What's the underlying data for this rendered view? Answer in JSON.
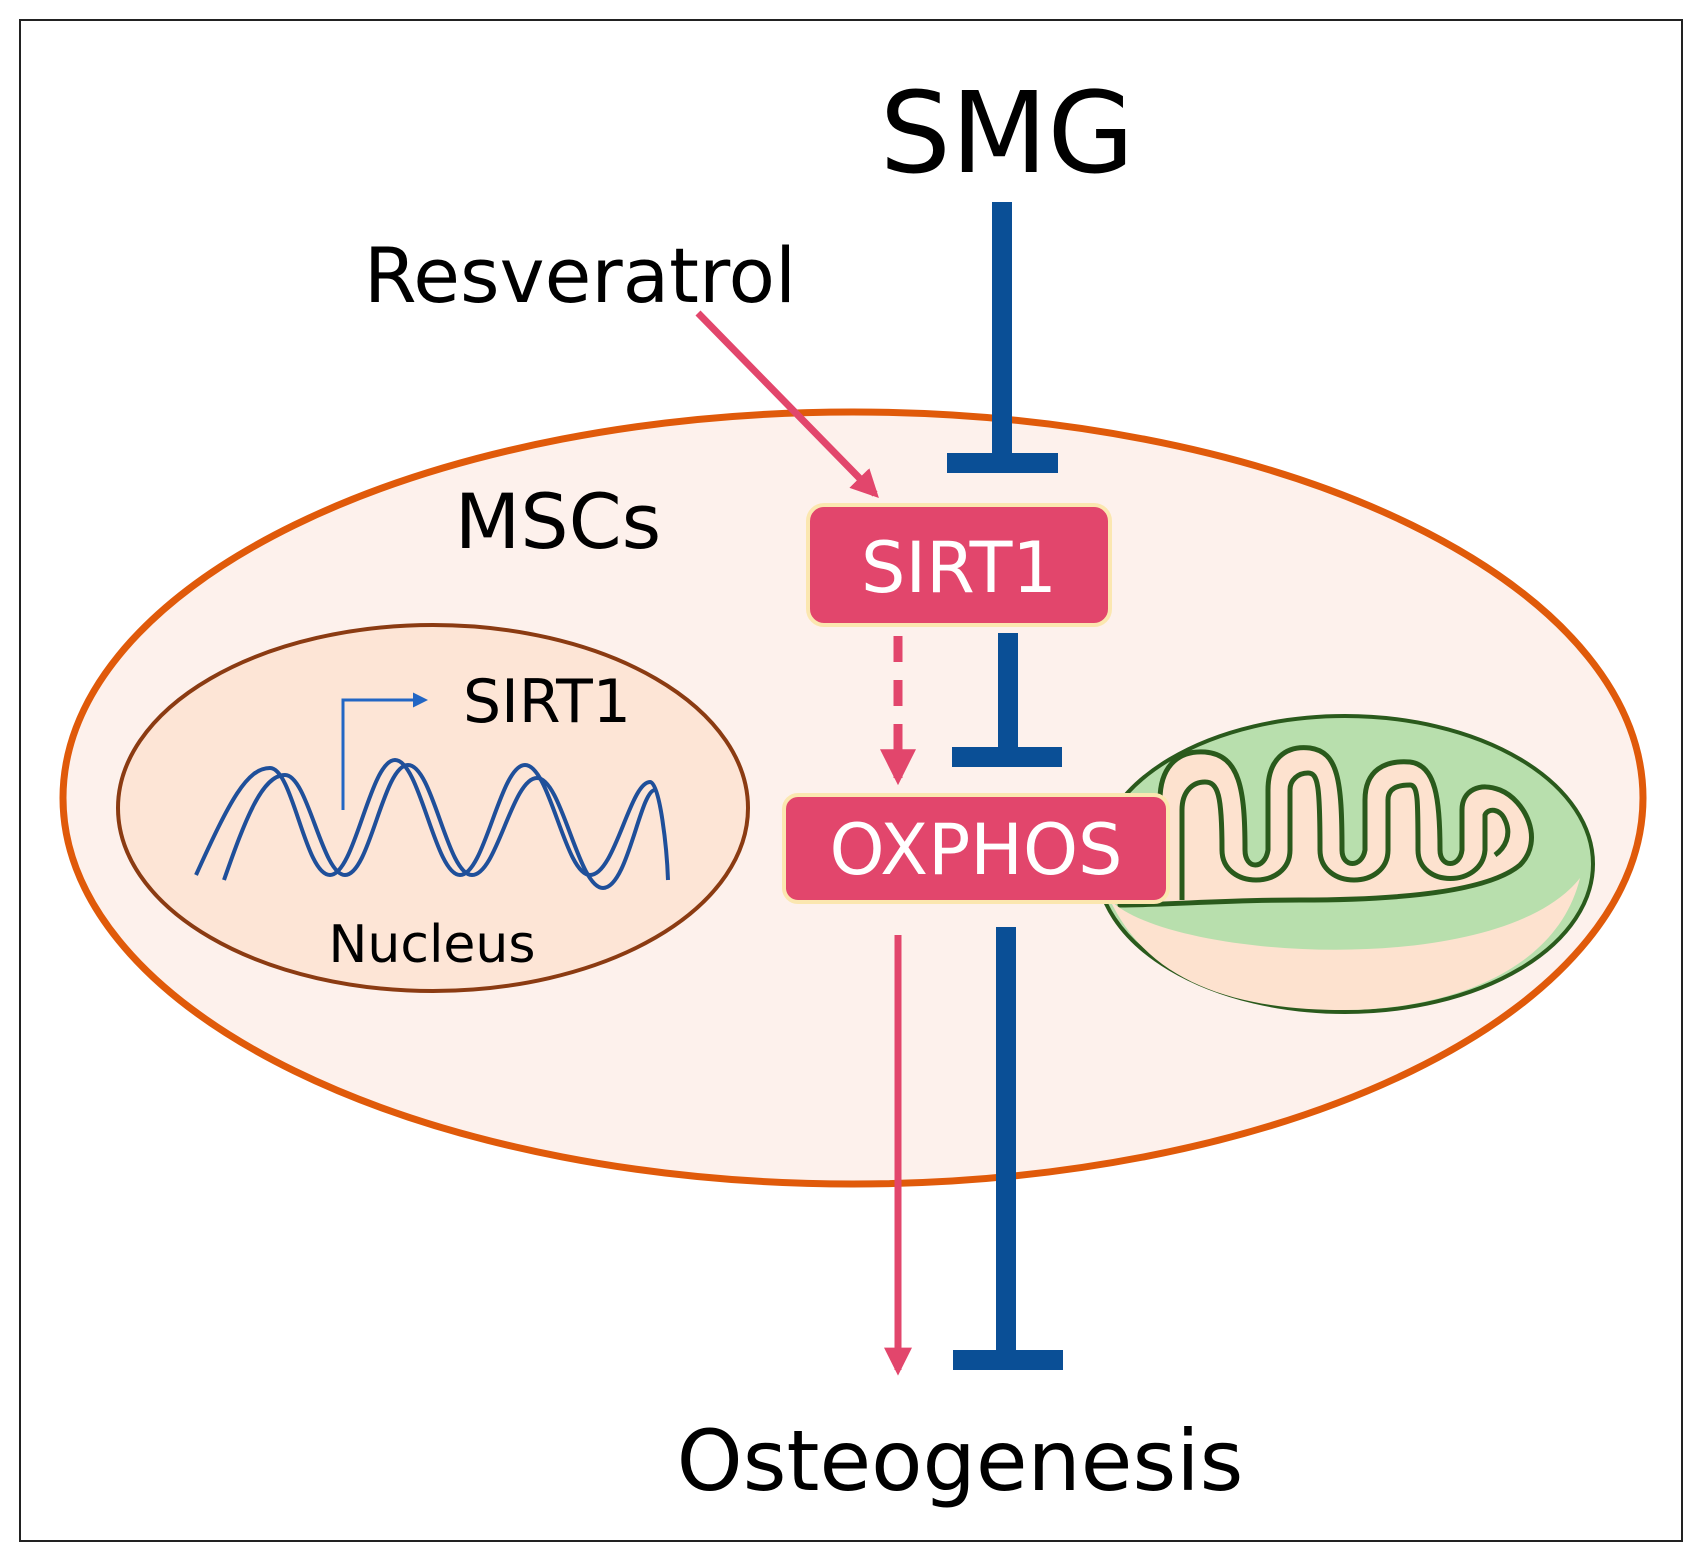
{
  "labels": {
    "smg": "SMG",
    "resveratrol": "Resveratrol",
    "mscs": "MSCs",
    "sirt1_box": "SIRT1",
    "oxphos_box": "OXPHOS",
    "sirt1_gene": "SIRT1",
    "nucleus": "Nucleus",
    "osteogenesis": "Osteogenesis"
  },
  "colors": {
    "inhibition": "#0a4f96",
    "activation": "#e2466c",
    "box_fill": "#e2466c",
    "box_border": "#fbe7b0",
    "cell_border": "#e05a0a",
    "cell_fill": "#fdf1ec",
    "nucleus_border": "#8b3b12",
    "nucleus_fill": "#fde5d6",
    "dna": "#1f4f9a",
    "promoter_arrow": "#2266c4",
    "mito_outer": "#2a5a1c",
    "mito_fill": "#b8dfad",
    "mito_inner_fill": "#fde2cf"
  },
  "icons": [
    "dna-helix-icon",
    "mitochondrion-icon",
    "promoter-arrow-icon"
  ]
}
